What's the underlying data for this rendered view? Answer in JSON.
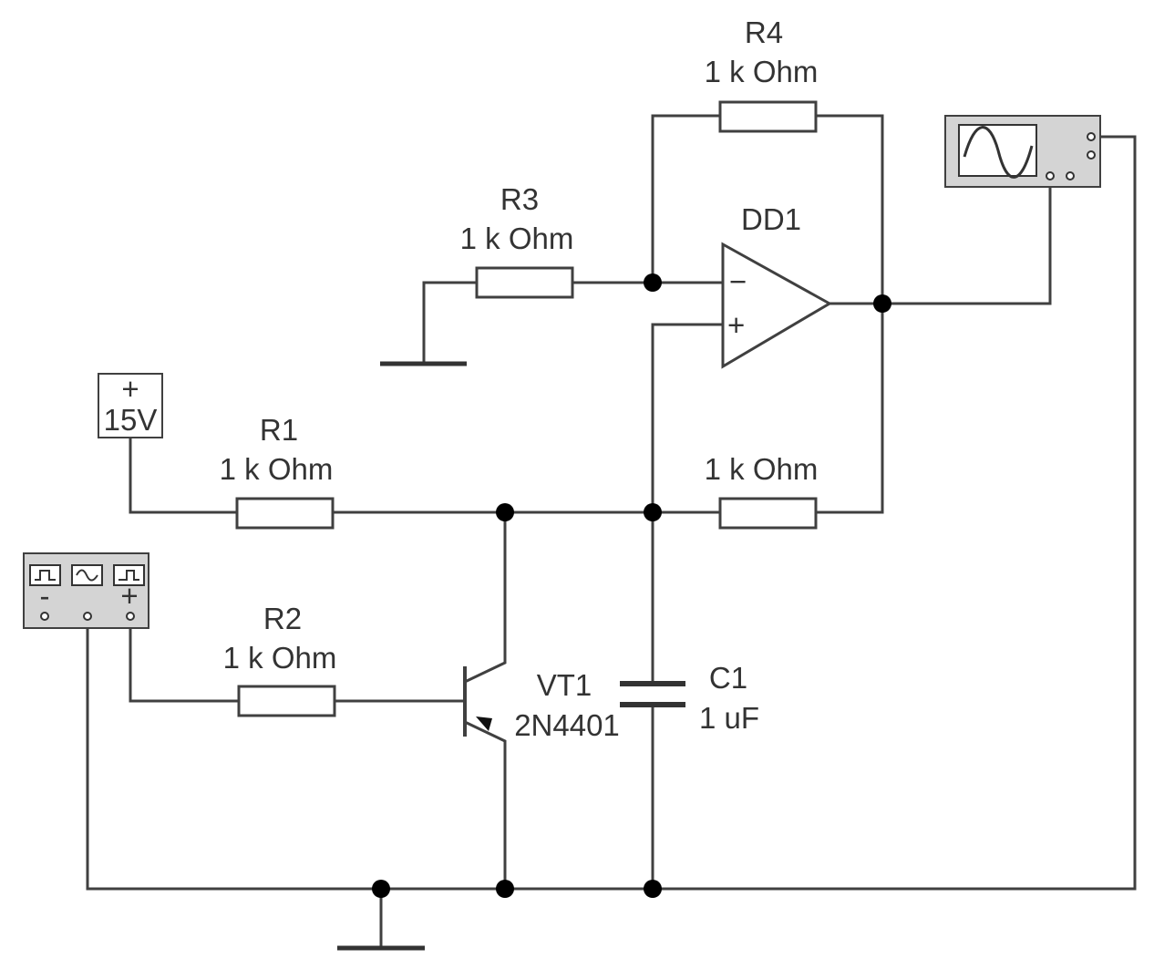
{
  "components": {
    "r1": {
      "ref": "R1",
      "value": "1 k Ohm"
    },
    "r2": {
      "ref": "R2",
      "value": "1 k Ohm"
    },
    "r3": {
      "ref": "R3",
      "value": "1 k Ohm"
    },
    "r4": {
      "ref": "R4",
      "value": "1 k Ohm"
    },
    "r5": {
      "value": "1 k Ohm"
    },
    "opamp": {
      "ref": "DD1",
      "minus": "−",
      "plus": "+"
    },
    "transistor": {
      "ref": "VT1",
      "model": "2N4401"
    },
    "capacitor": {
      "ref": "C1",
      "value": "1 uF"
    },
    "supply": {
      "sign": "+",
      "value": "15V"
    },
    "generator": {
      "minus": "-",
      "plus": "+"
    }
  },
  "colors": {
    "wire": "#404040",
    "junction": "#000000",
    "instrument": "#d4d4d4"
  }
}
